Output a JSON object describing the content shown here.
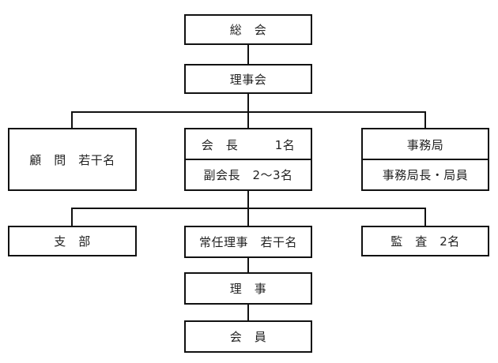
{
  "org_chart": {
    "general_assembly": "総　会",
    "board": "理事会",
    "advisors": "顧　問　若干名",
    "president": "会　長　　　1名",
    "vice_president": "副会長　2～3名",
    "secretariat": "事務局",
    "secretariat_staff": "事務局長・局員",
    "branches": "支　部",
    "standing_directors": "常任理事　若干名",
    "auditors": "監　査　2名",
    "directors": "理　事",
    "members": "会　員"
  }
}
